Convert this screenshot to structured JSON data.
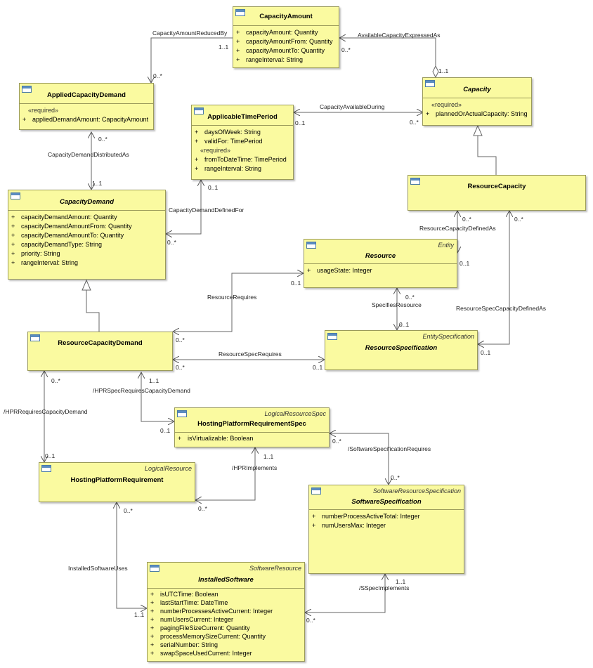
{
  "classes": {
    "capacity_amount": {
      "name": "CapacityAmount",
      "attrs": [
        "capacityAmount: Quantity",
        "capacityAmountFrom: Quantity",
        "capacityAmountTo: Quantity",
        "rangeInterval: String"
      ]
    },
    "applied_capacity_demand": {
      "name": "AppliedCapacityDemand",
      "required": "«required»",
      "attrs": [
        "appliedDemandAmount: CapacityAmount"
      ]
    },
    "capacity": {
      "name": "Capacity",
      "required": "«required»",
      "attrs": [
        "plannedOrActualCapacity: String"
      ]
    },
    "applicable_time_period": {
      "name": "ApplicableTimePeriod",
      "attrs": [
        "daysOfWeek: String",
        "validFor: TimePeriod"
      ],
      "required": "«required»",
      "attrs2": [
        "fromToDateTime: TimePeriod",
        "rangeInterval: String"
      ]
    },
    "capacity_demand": {
      "name": "CapacityDemand",
      "attrs": [
        "capacityDemandAmount: Quantity",
        "capacityDemandAmountFrom: Quantity",
        "capacityDemandAmountTo: Quantity",
        "capacityDemandType: String",
        "priority: String",
        "rangeInterval: String"
      ]
    },
    "resource_capacity": {
      "name": "ResourceCapacity"
    },
    "resource": {
      "stereotype": "Entity",
      "name": "Resource",
      "attrs": [
        "usageState: Integer"
      ]
    },
    "resource_capacity_demand": {
      "name": "ResourceCapacityDemand"
    },
    "resource_specification": {
      "stereotype": "EntitySpecification",
      "name": "ResourceSpecification"
    },
    "hosting_platform_requirement_spec": {
      "stereotype": "LogicalResourceSpec",
      "name": "HostingPlatformRequirementSpec",
      "attrs": [
        "isVirtualizable: Boolean"
      ]
    },
    "hosting_platform_requirement": {
      "stereotype": "LogicalResource",
      "name": "HostingPlatformRequirement"
    },
    "software_specification": {
      "stereotype": "SoftwareResourceSpecification",
      "name": "SoftwareSpecification",
      "attrs": [
        "numberProcessActiveTotal: Integer",
        "numUsersMax: Integer"
      ]
    },
    "installed_software": {
      "stereotype": "SoftwareResource",
      "name": "InstalledSoftware",
      "attrs": [
        "isUTCTime: Boolean",
        "lastStartTime: DateTime",
        "numberProcessesActiveCurrent: Integer",
        "numUsersCurrent: Integer",
        "pagingFileSizeCurrent: Quantity",
        "processMemorySizeCurrent: Quantity",
        "serialNumber: String",
        "swapSpaceUsedCurrent: Integer"
      ]
    }
  },
  "visibility_marker": "+",
  "labels": {
    "capacity_amount_reduced_by": "CapacityAmountReducedBy",
    "available_capacity_expressed_as": "AvailableCapacityExpressedAs",
    "capacity_available_during": "CapacityAvailableDuring",
    "capacity_demand_distributed_as": "CapacityDemandDistributedAs",
    "capacity_demand_defined_for": "CapacityDemandDefinedFor",
    "resource_capacity_defined_as": "ResourceCapacityDefinedAs",
    "resource_requires": "ResourceRequires",
    "specifies_resource": "SpecifiesResource",
    "resource_spec_capacity_defined_as": "ResourceSpecCapacityDefinedAs",
    "resource_spec_requires": "ResourceSpecRequires",
    "hpr_spec_requires_capacity_demand": "/HPRSpecRequiresCapacityDemand",
    "hpr_requires_capacity_demand": "/HPRRequiresCapacityDemand",
    "software_specification_requires": "/SoftwareSpecificationRequires",
    "hpr_implements": "/HPRImplements",
    "installed_software_uses": "InstalledSoftwareUses",
    "sspec_implements": "/SSpecImplements"
  },
  "multiplicities": {
    "m_one_one": "1..1",
    "m_zero_many": "0..*",
    "m_zero_one": "0..1"
  }
}
